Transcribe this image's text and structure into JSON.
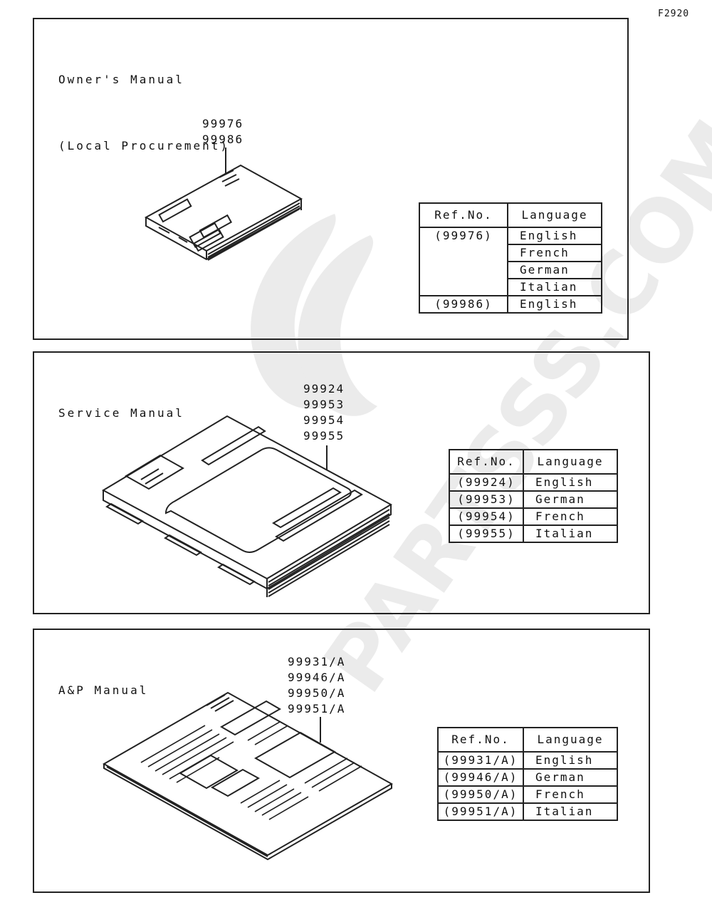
{
  "figure_id": "F2920",
  "watermark_text": "PARTSSS.COM",
  "sections": [
    {
      "title_lines": [
        "Owner's Manual",
        "(Local Procurement)"
      ],
      "part_numbers": [
        "99976",
        "99986"
      ],
      "table": {
        "headers": [
          "Ref.No.",
          "Language"
        ],
        "rows": [
          {
            "ref": "(99976)",
            "languages": [
              "English",
              "French",
              "German",
              "Italian"
            ]
          },
          {
            "ref": "(99986)",
            "languages": [
              "English"
            ]
          }
        ]
      }
    },
    {
      "title_lines": [
        "Service Manual"
      ],
      "part_numbers": [
        "99924",
        "99953",
        "99954",
        "99955"
      ],
      "table": {
        "headers": [
          "Ref.No.",
          "Language"
        ],
        "rows": [
          {
            "ref": "(99924)",
            "languages": [
              "English"
            ]
          },
          {
            "ref": "(99953)",
            "languages": [
              "German"
            ]
          },
          {
            "ref": "(99954)",
            "languages": [
              "French"
            ]
          },
          {
            "ref": "(99955)",
            "languages": [
              "Italian"
            ]
          }
        ]
      }
    },
    {
      "title_lines": [
        "A&P Manual"
      ],
      "part_numbers": [
        "99931/A",
        "99946/A",
        "99950/A",
        "99951/A"
      ],
      "table": {
        "headers": [
          "Ref.No.",
          "Language"
        ],
        "rows": [
          {
            "ref": "(99931/A)",
            "languages": [
              "English"
            ]
          },
          {
            "ref": "(99946/A)",
            "languages": [
              "German"
            ]
          },
          {
            "ref": "(99950/A)",
            "languages": [
              "French"
            ]
          },
          {
            "ref": "(99951/A)",
            "languages": [
              "Italian"
            ]
          }
        ]
      }
    }
  ]
}
